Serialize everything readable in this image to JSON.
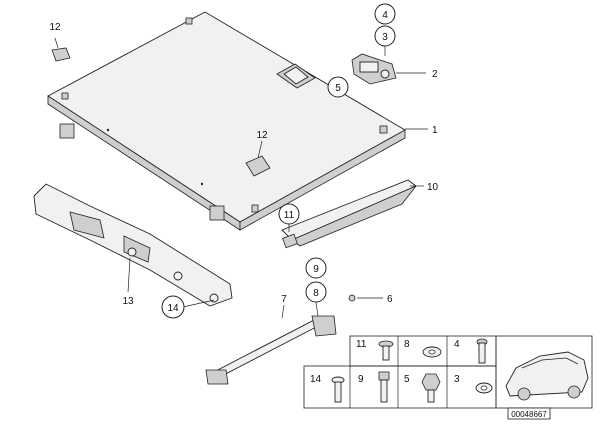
{
  "callouts": {
    "c1": "1",
    "c2": "2",
    "c3": "3",
    "c4": "4",
    "c5": "5",
    "c6": "6",
    "c7": "7",
    "c8": "8",
    "c9": "9",
    "c10": "10",
    "c11": "11",
    "c12a": "12",
    "c12b": "12",
    "c13": "13",
    "c14": "14"
  },
  "table": {
    "row1": [
      "11",
      "8",
      "4"
    ],
    "row2": [
      "14",
      "9",
      "5",
      "3"
    ]
  },
  "diagram_id": "00048667"
}
